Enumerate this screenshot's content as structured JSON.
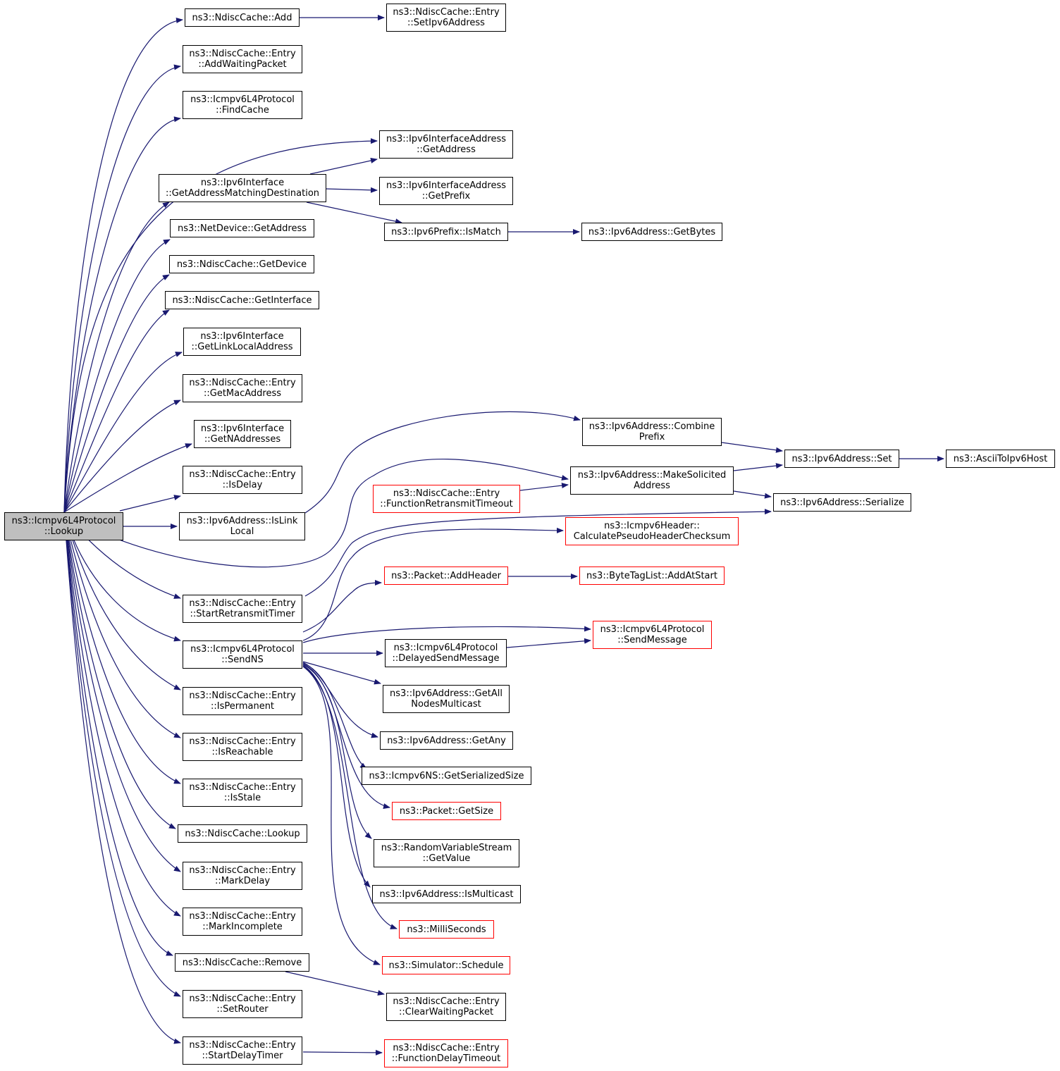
{
  "graph": {
    "edge_color": "#191970",
    "colors": {
      "root_fill": "#bfbfbf",
      "normal_border": "#000000",
      "truncated_border": "#ff0000"
    },
    "nodes": [
      {
        "id": "root",
        "lines": [
          "ns3::Icmpv6L4Protocol",
          "::Lookup"
        ],
        "style": "root"
      },
      {
        "id": "cache_add",
        "lines": [
          "ns3::NdiscCache::Add"
        ]
      },
      {
        "id": "set_ipv6",
        "lines": [
          "ns3::NdiscCache::Entry",
          "::SetIpv6Address"
        ]
      },
      {
        "id": "add_waiting",
        "lines": [
          "ns3::NdiscCache::Entry",
          "::AddWaitingPacket"
        ]
      },
      {
        "id": "find_cache",
        "lines": [
          "ns3::Icmpv6L4Protocol",
          "::FindCache"
        ]
      },
      {
        "id": "ifaddr_getaddr",
        "lines": [
          "ns3::Ipv6InterfaceAddress",
          "::GetAddress"
        ]
      },
      {
        "id": "iface_match",
        "lines": [
          "ns3::Ipv6Interface",
          "::GetAddressMatchingDestination"
        ]
      },
      {
        "id": "ifaddr_prefix",
        "lines": [
          "ns3::Ipv6InterfaceAddress",
          "::GetPrefix"
        ]
      },
      {
        "id": "prefix_match",
        "lines": [
          "ns3::Ipv6Prefix::IsMatch"
        ]
      },
      {
        "id": "get_bytes",
        "lines": [
          "ns3::Ipv6Address::GetBytes"
        ]
      },
      {
        "id": "netdev_addr",
        "lines": [
          "ns3::NetDevice::GetAddress"
        ]
      },
      {
        "id": "cache_device",
        "lines": [
          "ns3::NdiscCache::GetDevice"
        ]
      },
      {
        "id": "cache_iface",
        "lines": [
          "ns3::NdiscCache::GetInterface"
        ]
      },
      {
        "id": "link_local",
        "lines": [
          "ns3::Ipv6Interface",
          "::GetLinkLocalAddress"
        ]
      },
      {
        "id": "mac_addr",
        "lines": [
          "ns3::NdiscCache::Entry",
          "::GetMacAddress"
        ]
      },
      {
        "id": "naddr",
        "lines": [
          "ns3::Ipv6Interface",
          "::GetNAddresses"
        ]
      },
      {
        "id": "combine_prefix",
        "lines": [
          "ns3::Ipv6Address::Combine",
          "Prefix"
        ]
      },
      {
        "id": "addr_set",
        "lines": [
          "ns3::Ipv6Address::Set"
        ]
      },
      {
        "id": "ascii",
        "lines": [
          "ns3::AsciiToIpv6Host"
        ]
      },
      {
        "id": "is_delay",
        "lines": [
          "ns3::NdiscCache::Entry",
          "::IsDelay"
        ]
      },
      {
        "id": "solicited",
        "lines": [
          "ns3::Ipv6Address::MakeSolicited",
          "Address"
        ]
      },
      {
        "id": "fn_retx",
        "lines": [
          "ns3::NdiscCache::Entry",
          "::FunctionRetransmitTimeout"
        ],
        "style": "truncated"
      },
      {
        "id": "serialize",
        "lines": [
          "ns3::Ipv6Address::Serialize"
        ]
      },
      {
        "id": "is_link_local",
        "lines": [
          "ns3::Ipv6Address::IsLink",
          "Local"
        ]
      },
      {
        "id": "pseudo",
        "lines": [
          "ns3::Icmpv6Header::",
          "CalculatePseudoHeaderChecksum"
        ],
        "style": "truncated"
      },
      {
        "id": "add_header",
        "lines": [
          "ns3::Packet::AddHeader"
        ],
        "style": "truncated"
      },
      {
        "id": "add_at_start",
        "lines": [
          "ns3::ByteTagList::AddAtStart"
        ],
        "style": "truncated"
      },
      {
        "id": "start_retx",
        "lines": [
          "ns3::NdiscCache::Entry",
          "::StartRetransmitTimer"
        ]
      },
      {
        "id": "send_message",
        "lines": [
          "ns3::Icmpv6L4Protocol",
          "::SendMessage"
        ],
        "style": "truncated"
      },
      {
        "id": "send_ns",
        "lines": [
          "ns3::Icmpv6L4Protocol",
          "::SendNS"
        ]
      },
      {
        "id": "delayed_send",
        "lines": [
          "ns3::Icmpv6L4Protocol",
          "::DelayedSendMessage"
        ]
      },
      {
        "id": "all_nodes",
        "lines": [
          "ns3::Ipv6Address::GetAll",
          "NodesMulticast"
        ]
      },
      {
        "id": "is_permanent",
        "lines": [
          "ns3::NdiscCache::Entry",
          "::IsPermanent"
        ]
      },
      {
        "id": "get_any",
        "lines": [
          "ns3::Ipv6Address::GetAny"
        ]
      },
      {
        "id": "is_reachable",
        "lines": [
          "ns3::NdiscCache::Entry",
          "::IsReachable"
        ]
      },
      {
        "id": "ns_size",
        "lines": [
          "ns3::Icmpv6NS::GetSerializedSize"
        ]
      },
      {
        "id": "is_stale",
        "lines": [
          "ns3::NdiscCache::Entry",
          "::IsStale"
        ]
      },
      {
        "id": "pkt_size",
        "lines": [
          "ns3::Packet::GetSize"
        ],
        "style": "truncated"
      },
      {
        "id": "cache_lookup",
        "lines": [
          "ns3::NdiscCache::Lookup"
        ]
      },
      {
        "id": "rv_value",
        "lines": [
          "ns3::RandomVariableStream",
          "::GetValue"
        ]
      },
      {
        "id": "mark_delay",
        "lines": [
          "ns3::NdiscCache::Entry",
          "::MarkDelay"
        ]
      },
      {
        "id": "is_multicast",
        "lines": [
          "ns3::Ipv6Address::IsMulticast"
        ]
      },
      {
        "id": "mark_incomplete",
        "lines": [
          "ns3::NdiscCache::Entry",
          "::MarkIncomplete"
        ]
      },
      {
        "id": "millis",
        "lines": [
          "ns3::MilliSeconds"
        ],
        "style": "truncated"
      },
      {
        "id": "cache_remove",
        "lines": [
          "ns3::NdiscCache::Remove"
        ]
      },
      {
        "id": "schedule",
        "lines": [
          "ns3::Simulator::Schedule"
        ],
        "style": "truncated"
      },
      {
        "id": "set_router",
        "lines": [
          "ns3::NdiscCache::Entry",
          "::SetRouter"
        ]
      },
      {
        "id": "clear_waiting",
        "lines": [
          "ns3::NdiscCache::Entry",
          "::ClearWaitingPacket"
        ]
      },
      {
        "id": "start_delay",
        "lines": [
          "ns3::NdiscCache::Entry",
          "::StartDelayTimer"
        ]
      },
      {
        "id": "fn_delay",
        "lines": [
          "ns3::NdiscCache::Entry",
          "::FunctionDelayTimeout"
        ],
        "style": "truncated"
      }
    ]
  }
}
